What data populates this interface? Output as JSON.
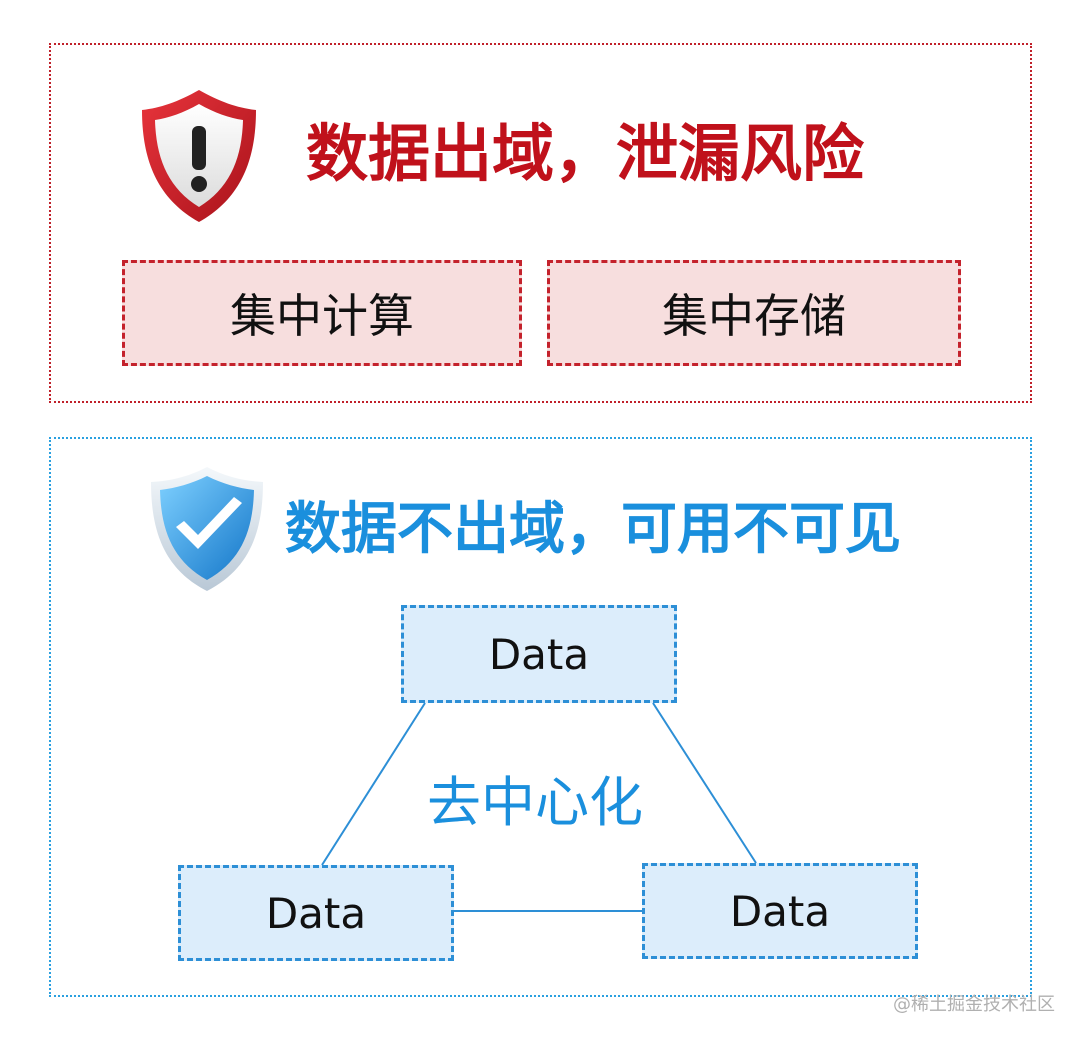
{
  "risk_section": {
    "title": "数据出域，泄漏风险",
    "boxes": [
      "集中计算",
      "集中存储"
    ],
    "icon": "warning-shield-icon",
    "accent": "#c0111b"
  },
  "safe_section": {
    "title": "数据不出域，可用不可见",
    "center_label": "去中心化",
    "nodes": [
      "Data",
      "Data",
      "Data"
    ],
    "icon": "checkmark-shield-icon",
    "accent": "#1a8fdd"
  },
  "watermark": "@稀土掘金技术社区"
}
